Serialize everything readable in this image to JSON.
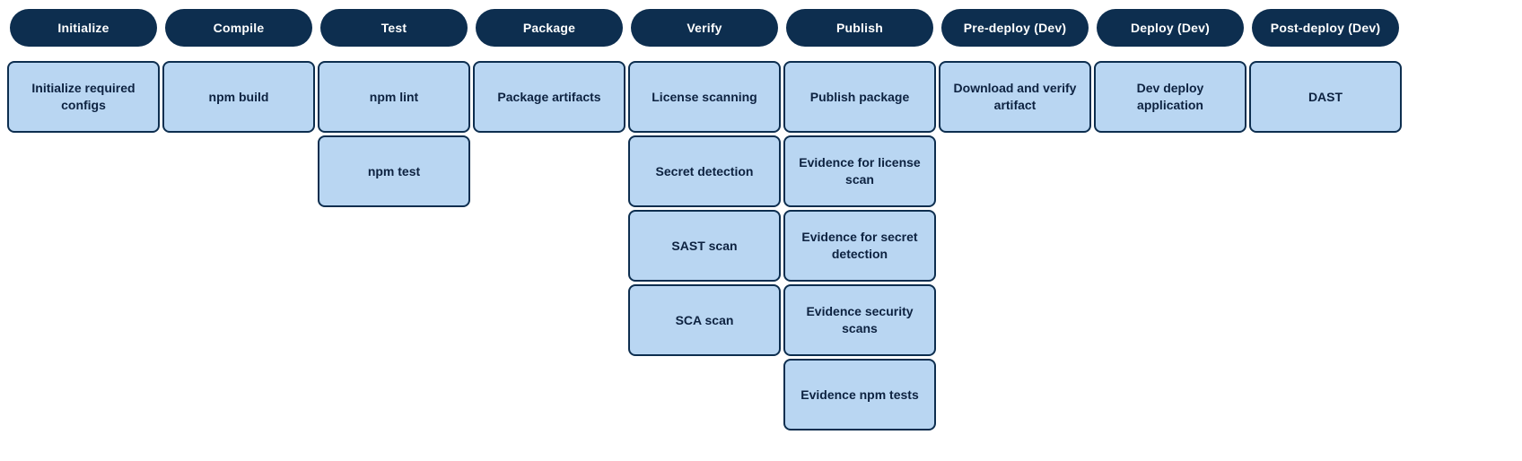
{
  "pipeline": {
    "stages": [
      {
        "label": "Initialize",
        "steps": [
          "Initialize required configs"
        ]
      },
      {
        "label": "Compile",
        "steps": [
          "npm build"
        ]
      },
      {
        "label": "Test",
        "steps": [
          "npm lint",
          "npm test"
        ]
      },
      {
        "label": "Package",
        "steps": [
          "Package artifacts"
        ]
      },
      {
        "label": "Verify",
        "steps": [
          "License scanning",
          "Secret detection",
          "SAST scan",
          "SCA scan"
        ]
      },
      {
        "label": "Publish",
        "steps": [
          "Publish package",
          "Evidence for license scan",
          "Evidence for secret detection",
          "Evidence security scans",
          "Evidence npm tests"
        ]
      },
      {
        "label": "Pre-deploy (Dev)",
        "steps": [
          "Download and verify artifact"
        ]
      },
      {
        "label": "Deploy (Dev)",
        "steps": [
          "Dev deploy application"
        ]
      },
      {
        "label": "Post-deploy (Dev)",
        "steps": [
          "DAST"
        ]
      }
    ],
    "colors": {
      "stage_bg": "#0d2e4f",
      "stage_text": "#ffffff",
      "step_bg": "#b9d6f2",
      "step_border": "#0d2e4f",
      "step_text": "#0d2240"
    }
  }
}
